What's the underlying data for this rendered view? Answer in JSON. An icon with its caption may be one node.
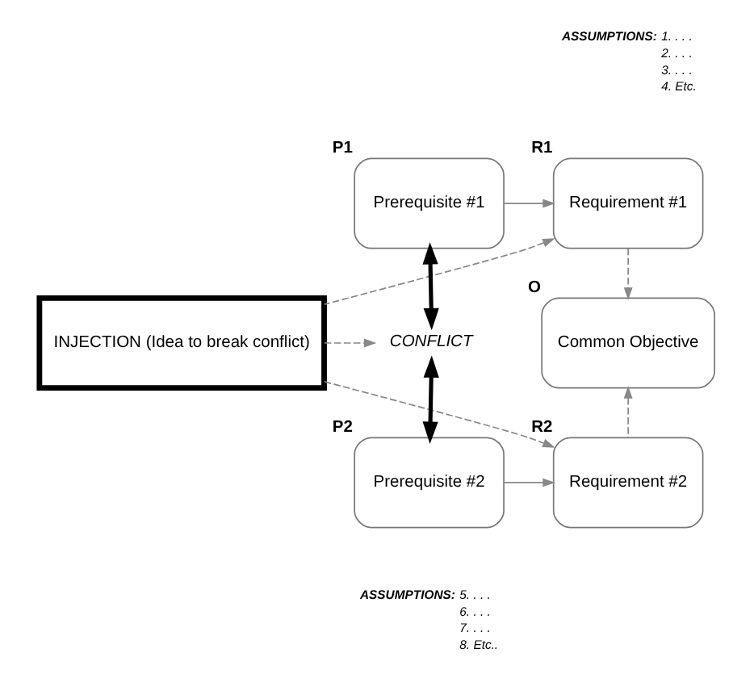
{
  "diagram": {
    "nodes": [
      {
        "text": [
          "Requirement #1"
        ],
        "beside": [
          "R1"
        ]
      },
      {
        "text": [
          "Prerequisite #1"
        ],
        "beside": [
          "P1"
        ]
      },
      {
        "text": [
          "Common Objective"
        ],
        "beside": [
          "O"
        ]
      },
      {
        "text": [
          "INJECTION (Idea to break conflict)"
        ]
      },
      {
        "text": [
          "CONFLICT"
        ]
      },
      {
        "text": [
          "Requirement #2"
        ],
        "beside": [
          "R2"
        ]
      },
      {
        "text": [
          "Prerequisite #2"
        ],
        "beside": [
          "P2"
        ]
      }
    ],
    "edges": [
      {
        "from": 1,
        "to": 0,
        "arrow": "to"
      },
      {
        "from": 0,
        "to": 2,
        "arrow": "to",
        "style": "dashed"
      },
      {
        "from": 3,
        "to": 0,
        "arrow": "to",
        "style": "dashed"
      },
      {
        "from": 3,
        "to": 4,
        "arrow": "to",
        "style": "dashed"
      },
      {
        "from": 4,
        "to": 1,
        "arrow": "both",
        "style": "thick",
        "color": "#000000"
      },
      {
        "from": 4,
        "to": 6,
        "arrow": "both",
        "style": "thick",
        "color": "#000000"
      },
      {
        "from": 3,
        "to": 5,
        "arrow": "to",
        "style": "dashed"
      },
      {
        "from": 5,
        "to": 2,
        "arrow": "to",
        "style": "dashed"
      },
      {
        "from": 6,
        "to": 5,
        "arrow": "to"
      }
    ],
    "labels": [
      "ASSUMPTIONS:",
      "1. . . .",
      "2. . . .",
      "3. . . .",
      "4. Etc.",
      "ASSUMPTIONS:",
      "5. . . .",
      "6. . . .",
      "7. . . .",
      "8. Etc.."
    ]
  }
}
